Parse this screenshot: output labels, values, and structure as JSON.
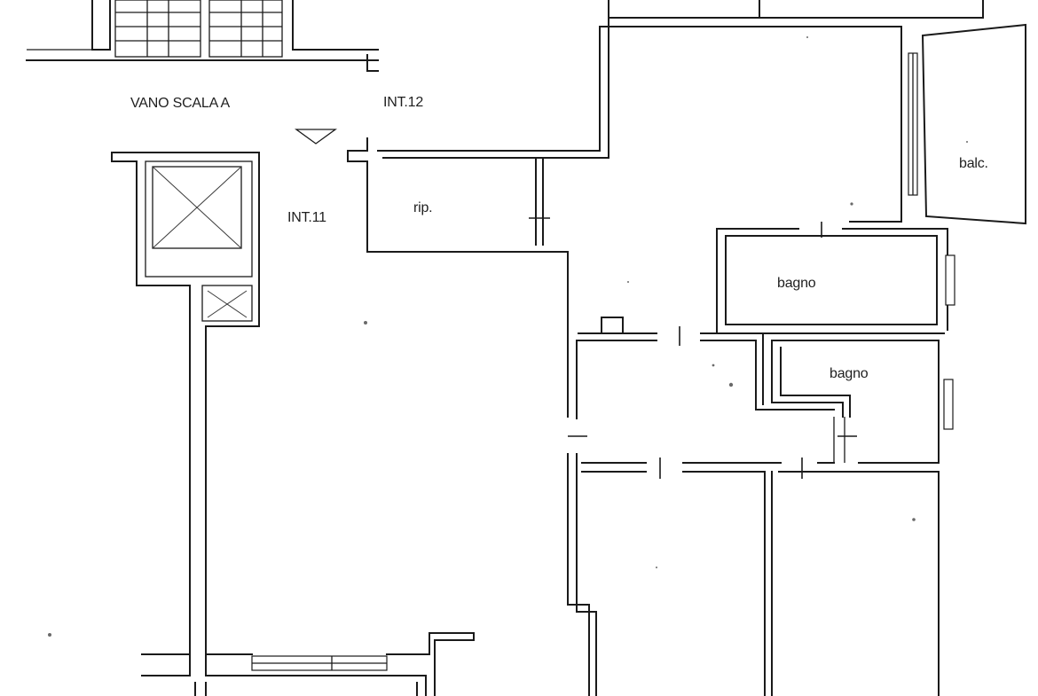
{
  "labels": {
    "stair_hall": "VANO SCALA A",
    "unit_12": "INT.12",
    "unit_11": "INT.11",
    "storage": "rip.",
    "balcony": "balc.",
    "bathroom_1": "bagno",
    "bathroom_2": "bagno"
  },
  "colors": {
    "line": "#1a1a1a",
    "background": "#ffffff"
  }
}
